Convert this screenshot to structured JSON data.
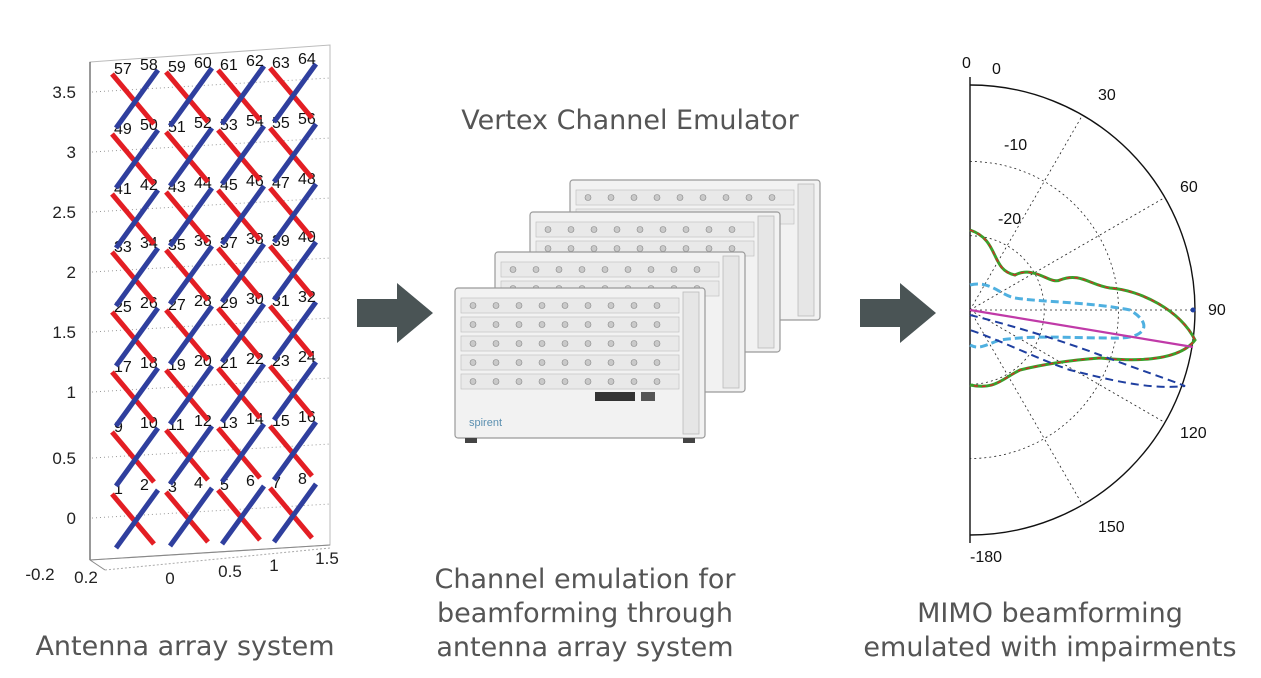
{
  "antenna_panel": {
    "caption": "Antenna array system",
    "y_ticks": [
      "3.5",
      "3",
      "2.5",
      "2",
      "1.5",
      "1",
      "0.5",
      "0"
    ],
    "x_ticks": [
      "-0.2",
      "0.2",
      "0",
      "0.5",
      "1",
      "1.5"
    ],
    "element_numbers": [
      "1",
      "2",
      "3",
      "4",
      "5",
      "6",
      "7",
      "8",
      "9",
      "10",
      "11",
      "12",
      "13",
      "14",
      "15",
      "16",
      "17",
      "18",
      "19",
      "20",
      "21",
      "22",
      "23",
      "24",
      "25",
      "26",
      "27",
      "28",
      "29",
      "30",
      "31",
      "32",
      "33",
      "34",
      "35",
      "36",
      "37",
      "38",
      "39",
      "40",
      "41",
      "42",
      "43",
      "44",
      "45",
      "46",
      "47",
      "48",
      "49",
      "50",
      "51",
      "52",
      "53",
      "54",
      "55",
      "56",
      "57",
      "58",
      "59",
      "60",
      "61",
      "62",
      "63",
      "64"
    ],
    "colors": {
      "red": "#e31e24",
      "blue": "#2f3f9e"
    }
  },
  "emulator_panel": {
    "title": "Vertex Channel Emulator",
    "brand": "spirent",
    "caption_lines": [
      "Channel emulation for",
      "beamforming through",
      "antenna array system"
    ]
  },
  "polar_panel": {
    "caption_lines": [
      "MIMO beamforming",
      "emulated with impairments"
    ],
    "angle_labels": [
      "0",
      "30",
      "60",
      "90",
      "120",
      "150",
      "-180"
    ],
    "radial_labels": [
      "0",
      "-10",
      "-20"
    ]
  },
  "arrow_color": "#4a5455"
}
